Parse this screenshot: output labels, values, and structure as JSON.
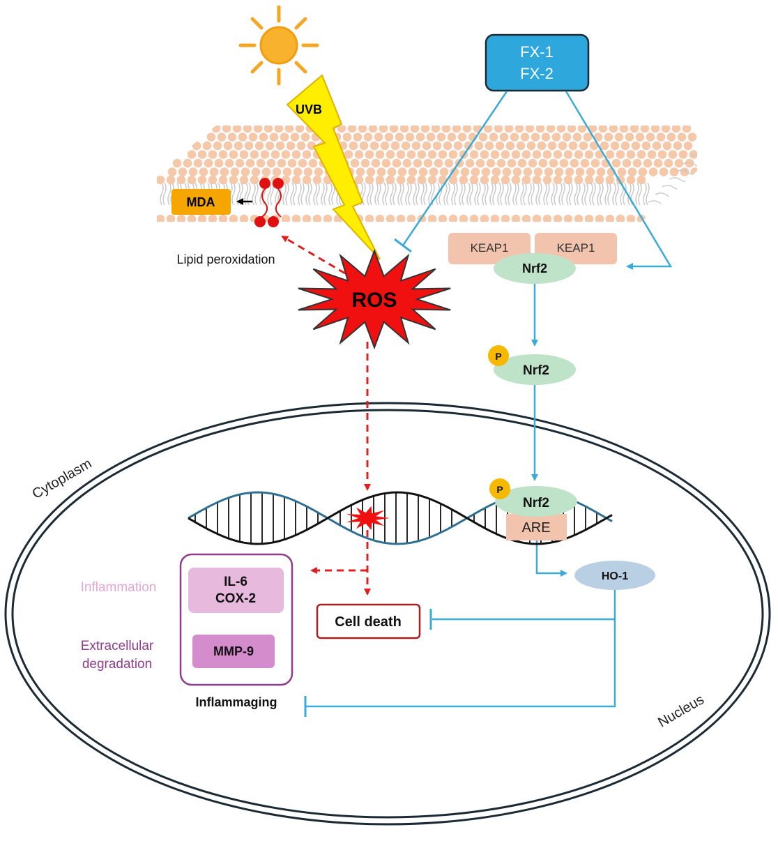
{
  "drug_box": {
    "line1": "FX-1",
    "line2": "FX-2"
  },
  "stimulus": {
    "label": "UVB"
  },
  "membrane": {
    "mda": "MDA",
    "process": "Lipid peroxidation"
  },
  "ros": {
    "label": "ROS"
  },
  "keap_complex": {
    "keap1_left": "KEAP1",
    "keap1_right": "KEAP1",
    "nrf2": "Nrf2"
  },
  "phospho_nrf2": {
    "p": "P",
    "nrf2": "Nrf2"
  },
  "nuclear_nrf2": {
    "p": "P",
    "nrf2": "Nrf2",
    "are": "ARE"
  },
  "ho1": {
    "label": "HO-1"
  },
  "compartments": {
    "cytoplasm": "Cytoplasm",
    "nucleus": "Nucleus"
  },
  "inflammaging": {
    "inflammation_label": "Inflammation",
    "il6": "IL-6",
    "cox2": "COX-2",
    "extracellular_line1": "Extracellular",
    "extracellular_line2": "degradation",
    "mmp9": "MMP-9",
    "title": "Inflammaging"
  },
  "cell_death": {
    "label": "Cell death"
  },
  "colors": {
    "blue_line": "#3aaad6",
    "red_dash": "#e02020",
    "box_blue": "#2da7dc",
    "keap_fill": "#f2c4ad",
    "nrf2_fill": "#bfe3c8",
    "p_fill": "#f7b800",
    "ho1_fill": "#b9cfe3",
    "mda_fill": "#f5a600",
    "inflam_border": "#8e3c8e",
    "il6_fill": "#e6b9dd",
    "mmp9_fill": "#d58ccd",
    "cell_death_border": "#a52020",
    "lipid_head": "#f5c8aa"
  }
}
